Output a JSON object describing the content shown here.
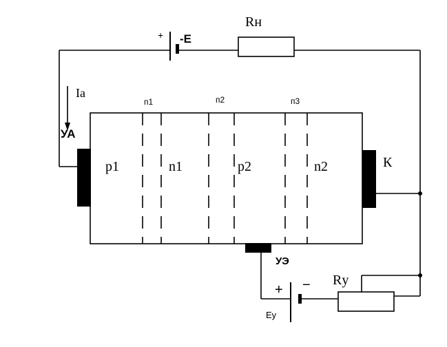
{
  "labels": {
    "load_resistor": "Rн",
    "battery_plus": "+",
    "battery_e": "-E",
    "anode_current": "Iа",
    "anode": "УА",
    "junction_1": "п1",
    "junction_2": "п2",
    "junction_3": "п3",
    "region_p1": "p1",
    "region_n1": "n1",
    "region_p2": "p2",
    "region_n2": "n2",
    "cathode": "К",
    "control_electrode": "УЭ",
    "control_plus": "+",
    "control_minus": "−",
    "control_resistor": "Rу",
    "control_source": "Еу"
  },
  "colors": {
    "line": "#000000",
    "background": "#ffffff"
  }
}
